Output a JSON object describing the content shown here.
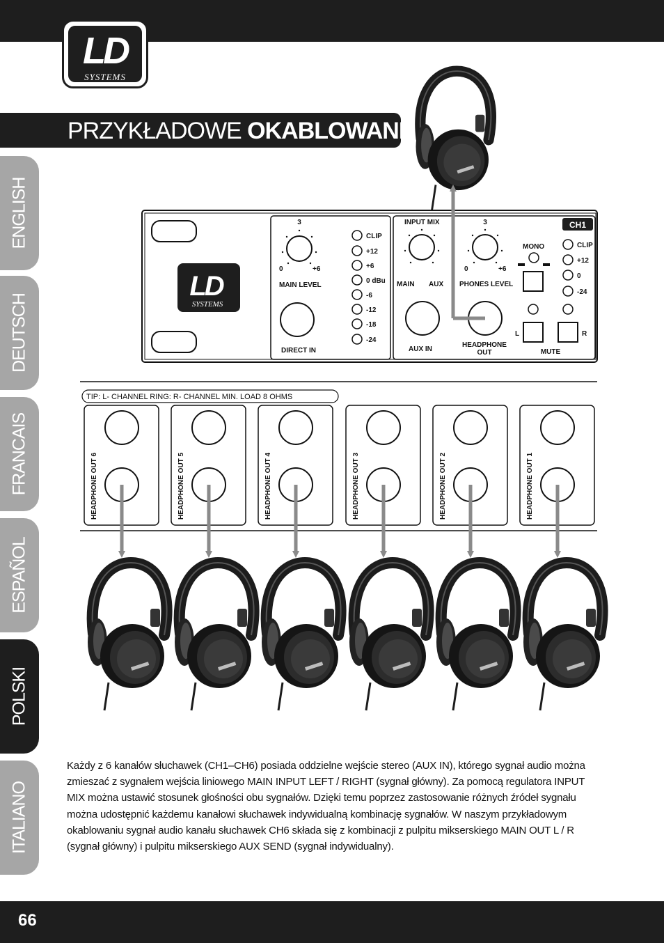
{
  "header": {
    "logo": {
      "main": "LD",
      "sub": "SYSTEMS"
    },
    "title_light": "PRZYKŁADOWE ",
    "title_bold": "OKABLOWANIE",
    "title_suffix": ":"
  },
  "language_tabs": [
    {
      "label": "ENGLISH",
      "active": false
    },
    {
      "label": "DEUTSCH",
      "active": false
    },
    {
      "label": "FRANCAIS",
      "active": false
    },
    {
      "label": "ESPAÑOL",
      "active": false
    },
    {
      "label": "POLSKI",
      "active": true
    },
    {
      "label": "ITALIANO",
      "active": false
    }
  ],
  "front_panel": {
    "logo_main": "LD",
    "logo_sub": "SYSTEMS",
    "main_level": {
      "max_tick": "3",
      "min": "0",
      "max": "+6",
      "label": "MAIN LEVEL"
    },
    "meter_labels": [
      "CLIP",
      "+12",
      "+6",
      "0 dBu",
      "-6",
      "-12",
      "-18",
      "-24"
    ],
    "direct_in": "DIRECT IN",
    "input_mix": {
      "label": "INPUT MIX",
      "left": "MAIN",
      "right": "AUX"
    },
    "aux_in": "AUX IN",
    "phones_level": {
      "max_tick": "3",
      "min": "0",
      "max": "+6",
      "label": "PHONES LEVEL"
    },
    "headphone_out_line1": "HEADPHONE",
    "headphone_out_line2": "OUT",
    "channel_badge": "CH1",
    "mono": "MONO",
    "ch_meter_labels": [
      "CLIP",
      "+12",
      "0",
      "-24"
    ],
    "left": "L",
    "right": "R",
    "mute": "MUTE"
  },
  "rear_panel": {
    "tip_label": "TIP: L- CHANNEL RING: R- CHANNEL MIN. LOAD 8 OHMS",
    "outputs": [
      "HEADPHONE OUT 6",
      "HEADPHONE OUT 5",
      "HEADPHONE OUT 4",
      "HEADPHONE OUT 3",
      "HEADPHONE OUT 2",
      "HEADPHONE OUT 1"
    ]
  },
  "body_text": "Każdy z 6 kanałów słuchawek (CH1–CH6) posiada oddzielne wejście stereo (AUX IN), którego sygnał audio można zmieszać z sygnałem wejścia liniowego MAIN INPUT LEFT / RIGHT (sygnał główny). Za pomocą regulatora INPUT MIX można ustawić stosunek głośności obu sygnałów. Dzięki temu poprzez zastosowanie różnych źródeł sygnału można udostępnić każdemu kanałowi słuchawek indywidualną kombinację sygnałów. W naszym przykładowym okablowaniu sygnał audio kanału słuchawek CH6 składa się z kombinacji z pulpitu mikserskiego MAIN OUT L / R (sygnał główny) i pulpitu mikserskiego AUX SEND (sygnał indywidualny).",
  "page_number": "66",
  "colors": {
    "dark": "#1e1e1e",
    "tab_inactive": "#a6a6a6",
    "cable": "#8a8a8a"
  }
}
